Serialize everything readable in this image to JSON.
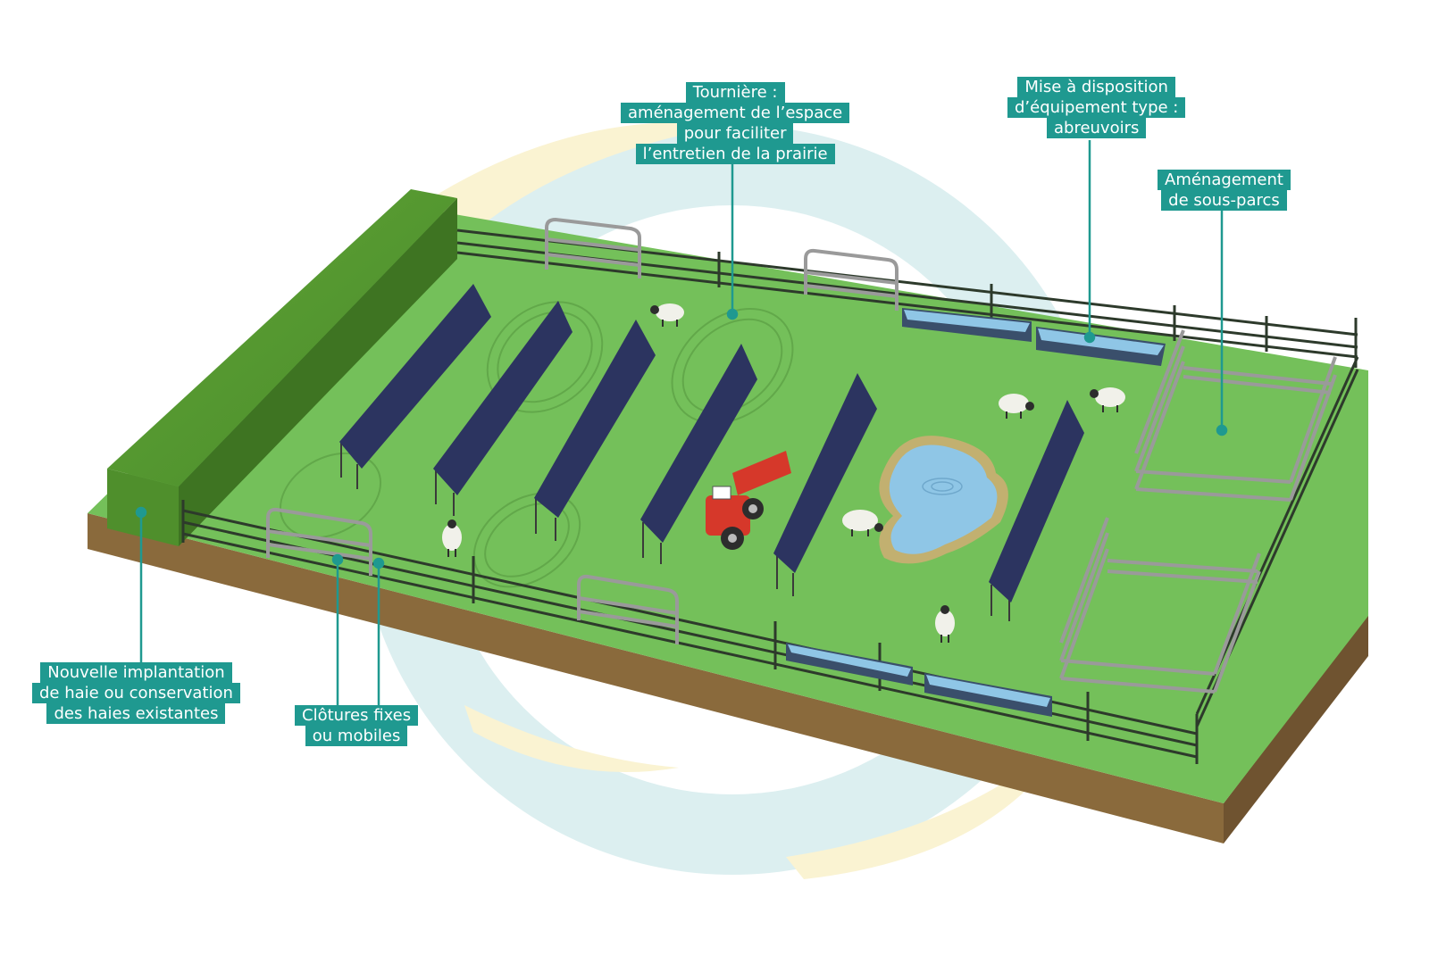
{
  "labels": {
    "tourniere": [
      "Tournière :",
      "aménagement de l’espace",
      "pour faciliter",
      "l’entretien de la prairie"
    ],
    "abreuvoirs": [
      "Mise à disposition",
      "d’équipement type :",
      "abreuvoirs"
    ],
    "sous_parcs": [
      "Aménagement",
      "de sous-parcs"
    ],
    "haie": [
      "Nouvelle implantation",
      "de haie ou conservation",
      "des haies existantes"
    ],
    "clotures": [
      "Clôtures fixes",
      "ou mobiles"
    ]
  },
  "colors": {
    "label_bg": "#1f9990",
    "grass": "#74c05a",
    "soil": "#8a6a3c",
    "hedge": "#4f8f2c",
    "panel": "#2c3460",
    "water": "#8fc6e6",
    "tractor": "#d6382a"
  }
}
